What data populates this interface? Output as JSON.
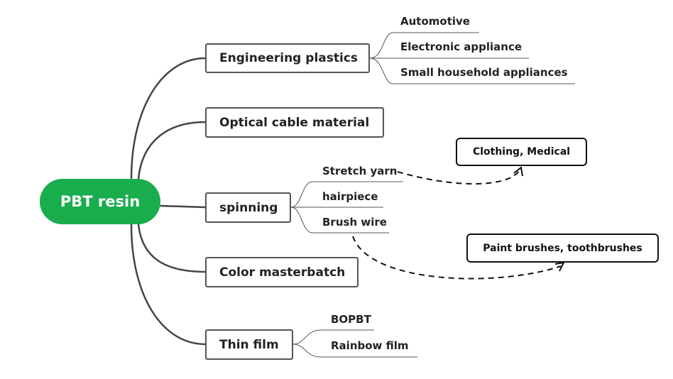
{
  "root": {
    "label": "PBT resin",
    "color": "#1aad4e"
  },
  "branches": [
    {
      "label": "Engineering plastics",
      "children": [
        "Automotive",
        "Electronic appliance",
        "Small household appliances"
      ]
    },
    {
      "label": "Optical cable material",
      "children": []
    },
    {
      "label": "spinning",
      "children": [
        "Stretch yarn",
        "hairpiece",
        "Brush wire"
      ]
    },
    {
      "label": "Color masterbatch",
      "children": []
    },
    {
      "label": "Thin film",
      "children": [
        "BOPBT",
        "Rainbow film"
      ]
    }
  ],
  "callouts": [
    {
      "label": "Clothing, Medical"
    },
    {
      "label": "Paint brushes, toothbrushes"
    }
  ]
}
